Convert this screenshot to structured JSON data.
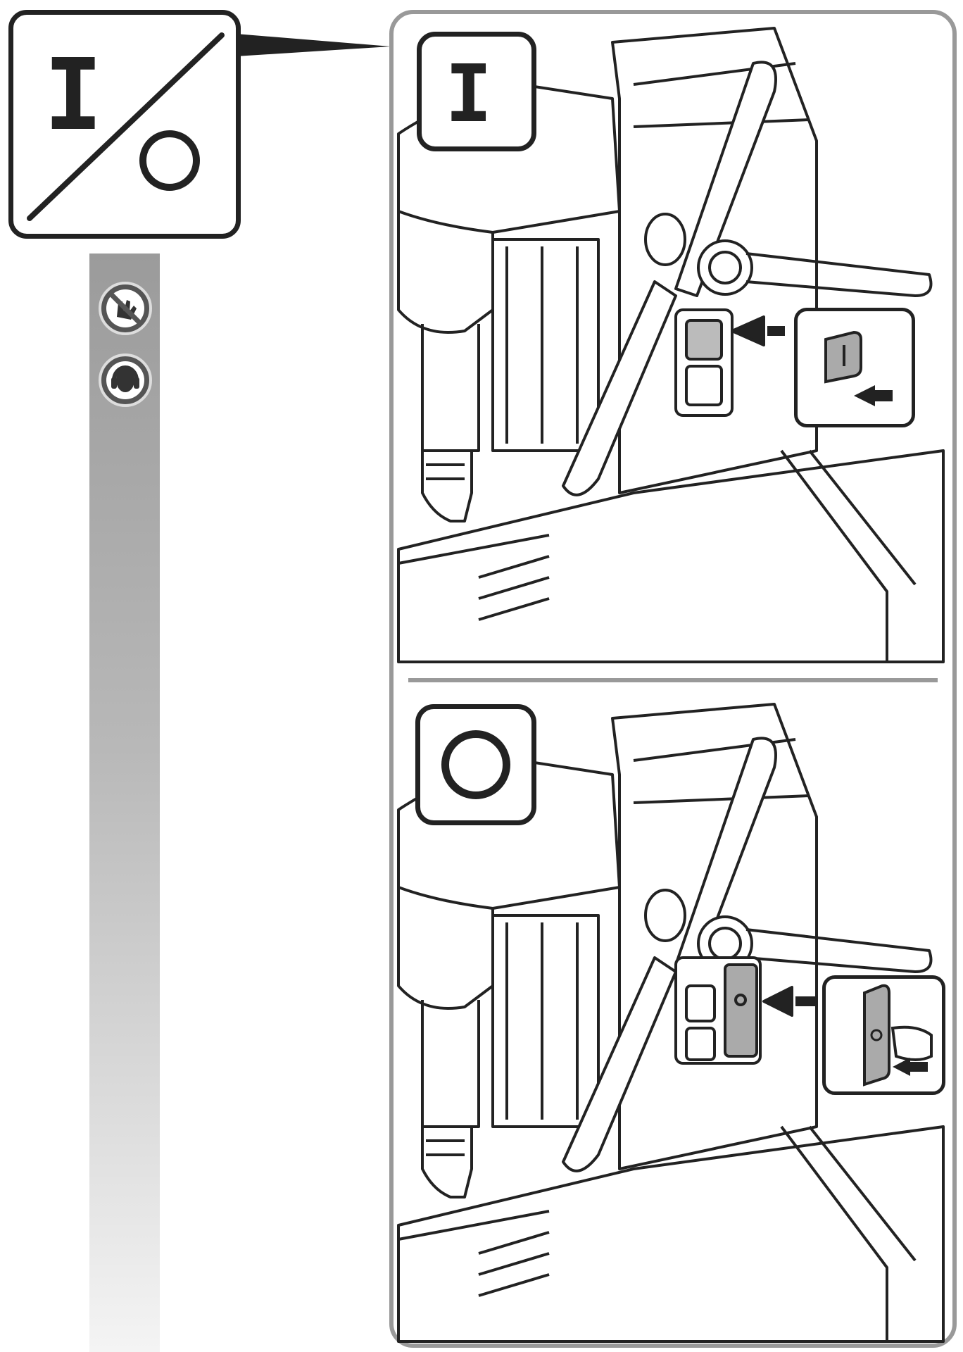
{
  "legend": {
    "on_symbol": "I",
    "off_symbol": "O"
  },
  "safety_icons": [
    {
      "icon": "no-gloves-icon",
      "meaning": ""
    },
    {
      "icon": "ear-protection-icon",
      "meaning": ""
    }
  ],
  "steps": [
    {
      "id": "on",
      "symbol": "I",
      "detail_icon": "press-on-button-icon"
    },
    {
      "id": "off",
      "symbol": "O",
      "detail_icon": "press-off-button-icon"
    }
  ],
  "colors": {
    "line": "#222222",
    "frame": "#999999",
    "bar_top": "#9b9b9b",
    "bar_bottom": "#f4f4f4"
  }
}
